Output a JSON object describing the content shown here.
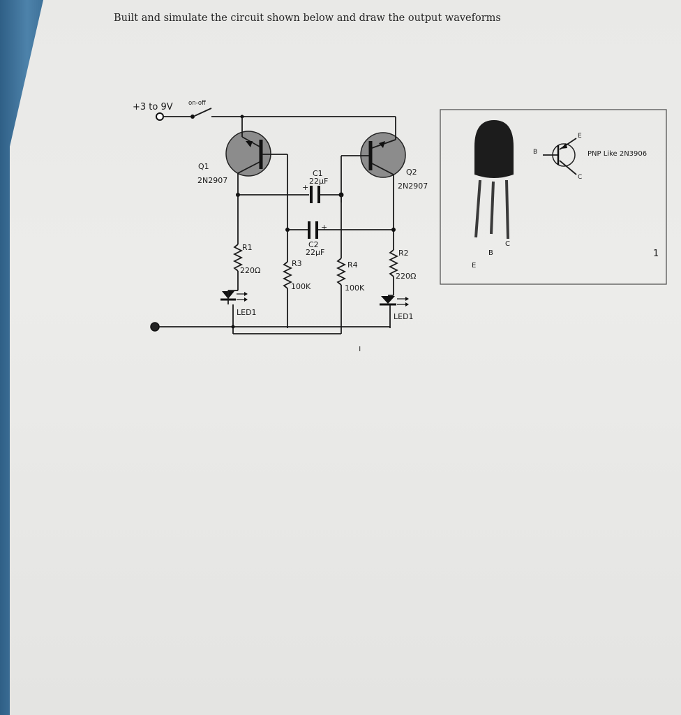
{
  "instruction": "Built and simulate the circuit shown below and draw the output waveforms",
  "circuit": {
    "supply_label": "+3 to 9V",
    "switch_label": "on-off",
    "q1_ref": "Q1",
    "q1_part": "2N2907",
    "q2_ref": "Q2",
    "q2_part": "2N2907",
    "c1_ref": "C1",
    "c1_value": "22µF",
    "c2_ref": "C2",
    "c2_value": "22µF",
    "plus_sign": "+",
    "r1_ref": "R1",
    "r1_value": "220Ω",
    "r2_ref": "R2",
    "r2_value": "220Ω",
    "r3_ref": "R3",
    "r3_value": "100K",
    "r4_ref": "R4",
    "r4_value": "100K",
    "led1_left": "LED1",
    "led1_right": "LED1"
  },
  "pinout": {
    "symbol_e": "E",
    "symbol_b": "B",
    "symbol_c": "C",
    "title": "PNP Like 2N3906",
    "leg_e": "E",
    "leg_b": "B",
    "leg_c": "C"
  },
  "page_number": "1",
  "stray_mark": "ı"
}
